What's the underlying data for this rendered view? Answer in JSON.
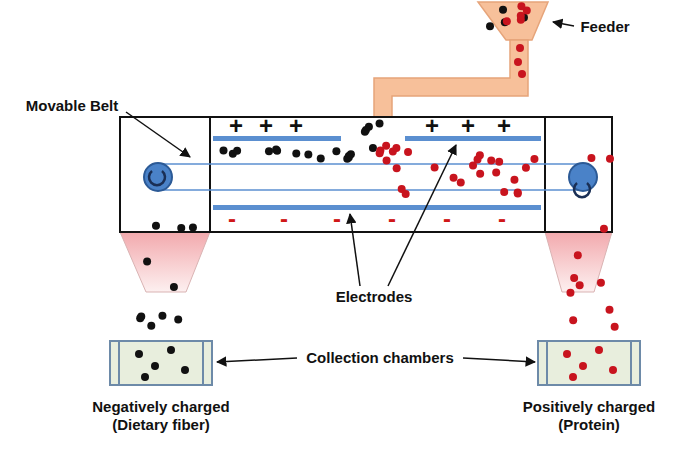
{
  "diagram": {
    "nodes": [
      {
        "text": [
          "Negatively charged (Dietary fiber)"
        ]
      },
      {
        "text": [
          "Positively charged (Protein)"
        ]
      }
    ],
    "labels": [
      "Feeder",
      "Movable Belt",
      "+",
      "+",
      "+",
      "+",
      "+",
      "+",
      "-",
      "-",
      "-",
      "-",
      "-",
      "-",
      "Electrodes",
      "Collection chambers"
    ]
  }
}
